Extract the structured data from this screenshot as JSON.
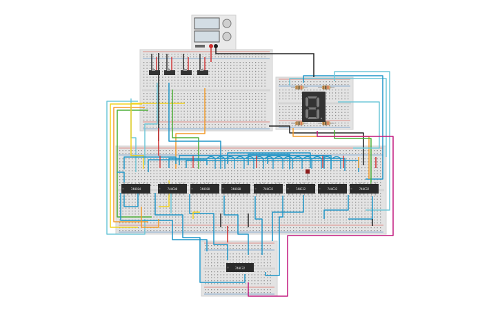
{
  "circuit": {
    "chips": [
      {
        "label": "74HC04"
      },
      {
        "label": "74HC08"
      },
      {
        "label": "74HC08"
      },
      {
        "label": "74HC08"
      },
      {
        "label": "74HC32"
      },
      {
        "label": "74HC32"
      },
      {
        "label": "74HC32"
      },
      {
        "label": "74HC32"
      }
    ],
    "bottom_chip": {
      "label": "74HC32"
    },
    "display": {
      "digit": "8"
    },
    "colors": {
      "board": "#e3e3e3",
      "rail_red": "#d9342b",
      "rail_blue": "#2a6fb5",
      "wire_blue": "#1f96c8",
      "wire_light_blue": "#6fc7d8",
      "wire_orange": "#f39c2b",
      "wire_yellow": "#f2d21f",
      "wire_green": "#4caf37",
      "wire_magenta": "#c2187f",
      "wire_black": "#222222",
      "wire_red": "#d12d2d",
      "chip": "#2b2b2b",
      "segment": "#7a7a7a"
    }
  }
}
